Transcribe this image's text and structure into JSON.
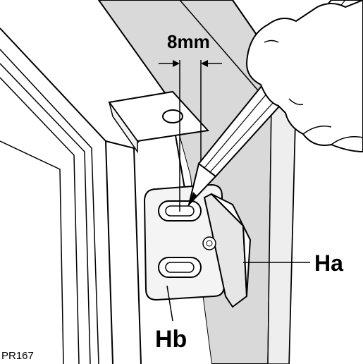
{
  "labels": {
    "measurement": "8mm",
    "part_a": "Ha",
    "part_b": "Hb",
    "figure_code": "PR167"
  },
  "colors": {
    "ink": "#000000",
    "paper": "#ffffff",
    "wall_gray": "#d9d9d9",
    "side_gray": "#e6e6e6"
  },
  "icons": {
    "pencil": "pencil-icon",
    "hand": "hand-icon"
  }
}
